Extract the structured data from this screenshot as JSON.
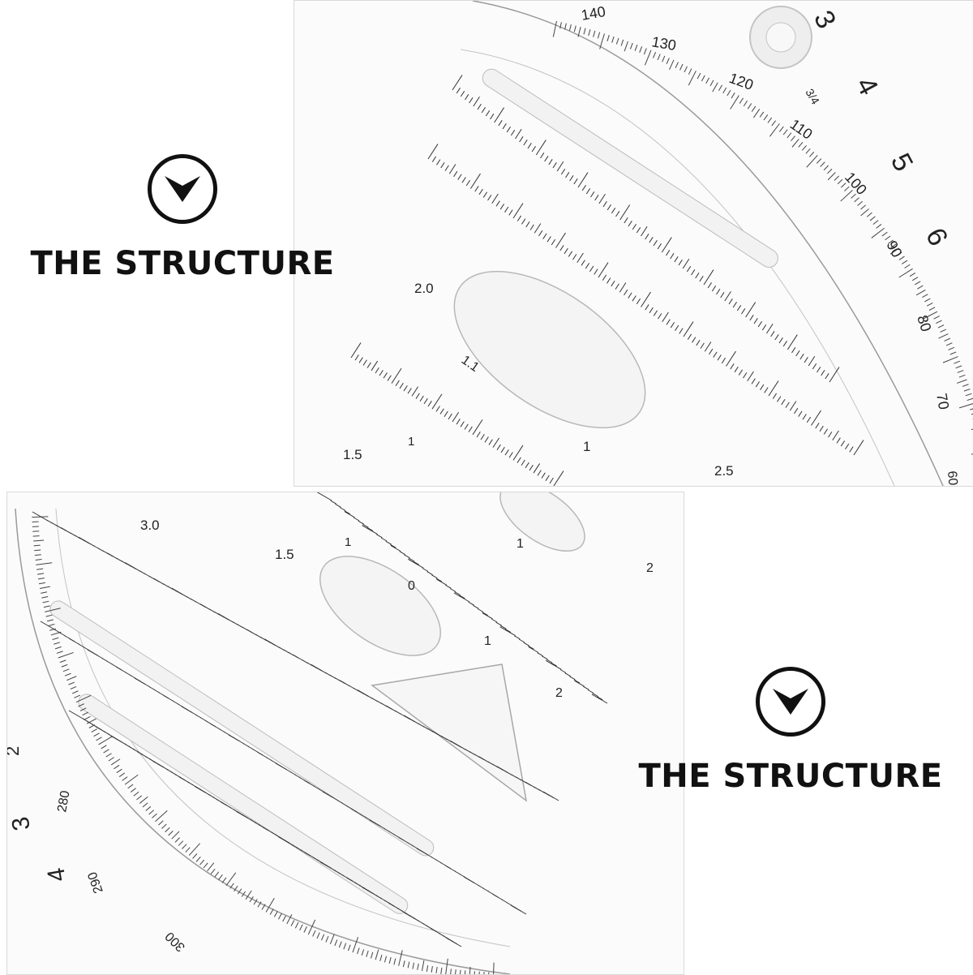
{
  "callouts": [
    {
      "icon": "chevron-down-circle-icon",
      "title": "THE STRUCTURE"
    },
    {
      "icon": "chevron-down-circle-icon",
      "title": "THE STRUCTURE"
    }
  ],
  "top_ruler": {
    "arc_degrees": [
      "140",
      "130",
      "120",
      "110",
      "100",
      "90",
      "80",
      "70",
      "60"
    ],
    "edge_numbers": [
      "3",
      "4",
      "5",
      "6"
    ],
    "scale_marks": [
      "2.0",
      "1.1",
      "1.5",
      "1",
      "2.5",
      "1"
    ],
    "fraction_mark": "3/4"
  },
  "bottom_ruler": {
    "arc_degrees": [
      "280",
      "290",
      "300"
    ],
    "edge_numbers": [
      "2",
      "3",
      "4"
    ],
    "scale_marks": [
      "3.0",
      "1.5",
      "0",
      "1",
      "1",
      "2",
      "1",
      "2"
    ]
  }
}
